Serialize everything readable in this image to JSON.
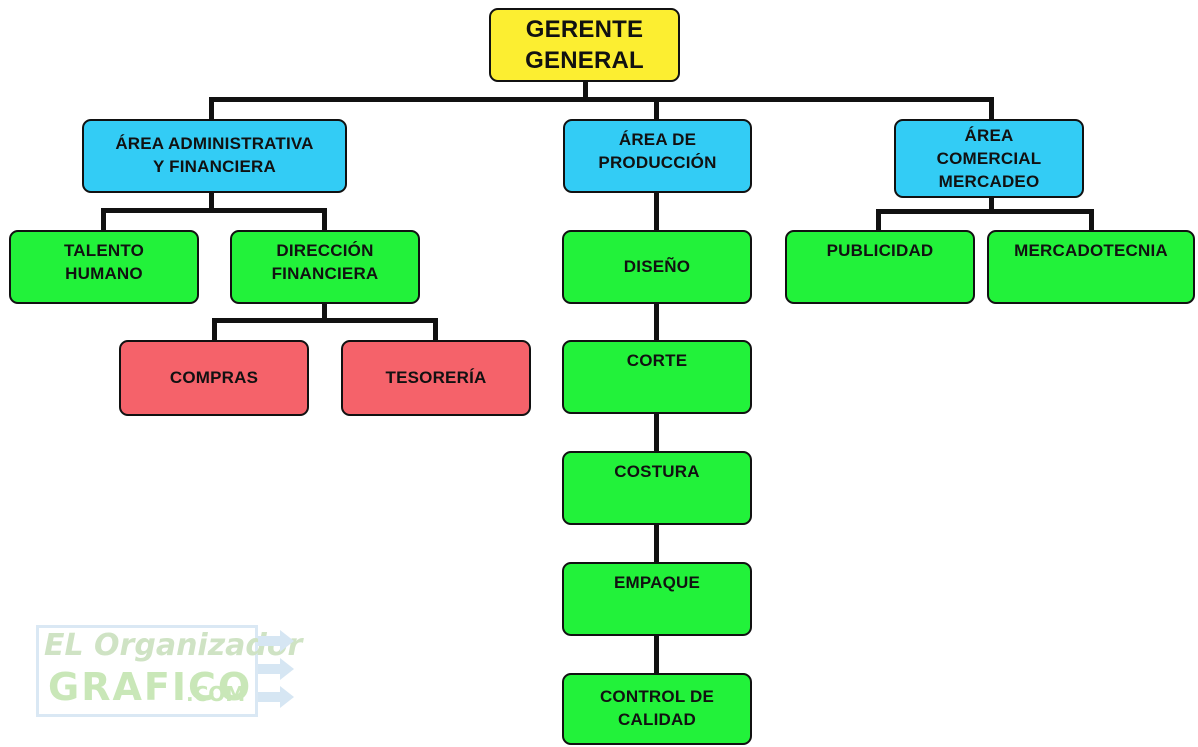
{
  "diagram": {
    "root": "GERENTE\nGENERAL",
    "areas": {
      "admin": "ÁREA ADMINISTRATIVA\nY FINANCIERA",
      "produccion": "ÁREA DE\nPRODUCCIÓN",
      "comercial": "ÁREA\nCOMERCIAL\nMERCADEO"
    },
    "admin_children": {
      "talento": "TALENTO\nHUMANO",
      "direccion": "DIRECCIÓN\nFINANCIERA"
    },
    "finance_children": {
      "compras": "COMPRAS",
      "tesoreria": "TESORERÍA"
    },
    "produccion_steps": {
      "diseno": "DISEÑO",
      "corte": "CORTE",
      "costura": "COSTURA",
      "empaque": "EMPAQUE",
      "control": "CONTROL DE\nCALIDAD"
    },
    "comercial_children": {
      "publicidad": "PUBLICIDAD",
      "mercadotecnia": "MERCADOTECNIA"
    }
  },
  "watermark": {
    "line1": "EL Organizador",
    "line2": "GRAFICO",
    "line3": ".COM"
  },
  "colors": {
    "root": "#fcee31",
    "area": "#33ccf5",
    "unit": "#22f23a",
    "subunit": "#f5626a"
  }
}
